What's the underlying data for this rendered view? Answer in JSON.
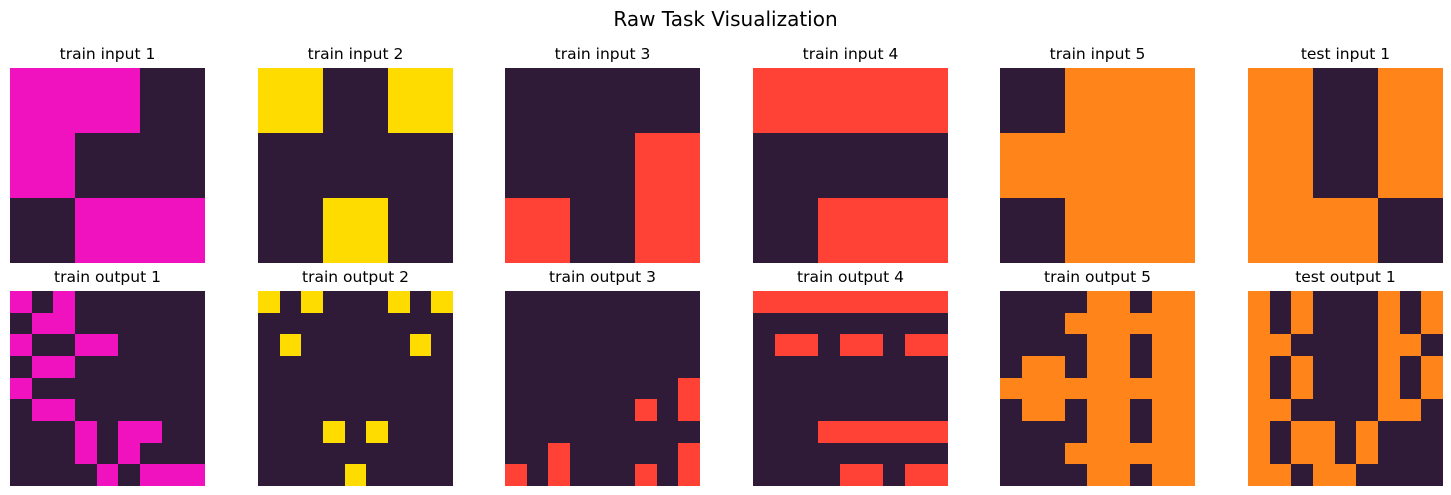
{
  "title": "Raw Task Visualization",
  "palette": {
    "0": "#2f1a37",
    "2": "#ff4136",
    "4": "#ffdc00",
    "6": "#f012be",
    "7": "#ff851b"
  },
  "panels": [
    {
      "label": "train input 1",
      "grid": [
        [
          6,
          6,
          0
        ],
        [
          6,
          0,
          0
        ],
        [
          0,
          6,
          6
        ]
      ]
    },
    {
      "label": "train input 2",
      "grid": [
        [
          4,
          0,
          4
        ],
        [
          0,
          0,
          0
        ],
        [
          0,
          4,
          0
        ]
      ]
    },
    {
      "label": "train input 3",
      "grid": [
        [
          0,
          0,
          0
        ],
        [
          0,
          0,
          2
        ],
        [
          2,
          0,
          2
        ]
      ]
    },
    {
      "label": "train input 4",
      "grid": [
        [
          2,
          2,
          2
        ],
        [
          0,
          0,
          0
        ],
        [
          0,
          2,
          2
        ]
      ]
    },
    {
      "label": "train input 5",
      "grid": [
        [
          0,
          7,
          7
        ],
        [
          7,
          7,
          7
        ],
        [
          0,
          7,
          7
        ]
      ]
    },
    {
      "label": "test input 1",
      "grid": [
        [
          7,
          0,
          7
        ],
        [
          7,
          0,
          7
        ],
        [
          7,
          7,
          0
        ]
      ]
    },
    {
      "label": "train output 1",
      "grid": [
        [
          6,
          0,
          6,
          0,
          0,
          0,
          0,
          0,
          0
        ],
        [
          0,
          6,
          6,
          0,
          0,
          0,
          0,
          0,
          0
        ],
        [
          6,
          0,
          0,
          6,
          6,
          0,
          0,
          0,
          0
        ],
        [
          0,
          6,
          6,
          0,
          0,
          0,
          0,
          0,
          0
        ],
        [
          6,
          0,
          0,
          0,
          0,
          0,
          0,
          0,
          0
        ],
        [
          0,
          6,
          6,
          0,
          0,
          0,
          0,
          0,
          0
        ],
        [
          0,
          0,
          0,
          6,
          0,
          6,
          6,
          0,
          0
        ],
        [
          0,
          0,
          0,
          6,
          0,
          6,
          0,
          0,
          0
        ],
        [
          0,
          0,
          0,
          0,
          6,
          0,
          6,
          6,
          6
        ]
      ]
    },
    {
      "label": "train output 2",
      "grid": [
        [
          4,
          0,
          4,
          0,
          0,
          0,
          4,
          0,
          4
        ],
        [
          0,
          0,
          0,
          0,
          0,
          0,
          0,
          0,
          0
        ],
        [
          0,
          4,
          0,
          0,
          0,
          0,
          0,
          4,
          0
        ],
        [
          0,
          0,
          0,
          0,
          0,
          0,
          0,
          0,
          0
        ],
        [
          0,
          0,
          0,
          0,
          0,
          0,
          0,
          0,
          0
        ],
        [
          0,
          0,
          0,
          0,
          0,
          0,
          0,
          0,
          0
        ],
        [
          0,
          0,
          0,
          4,
          0,
          4,
          0,
          0,
          0
        ],
        [
          0,
          0,
          0,
          0,
          0,
          0,
          0,
          0,
          0
        ],
        [
          0,
          0,
          0,
          0,
          4,
          0,
          0,
          0,
          0
        ]
      ]
    },
    {
      "label": "train output 3",
      "grid": [
        [
          0,
          0,
          0,
          0,
          0,
          0,
          0,
          0,
          0
        ],
        [
          0,
          0,
          0,
          0,
          0,
          0,
          0,
          0,
          0
        ],
        [
          0,
          0,
          0,
          0,
          0,
          0,
          0,
          0,
          0
        ],
        [
          0,
          0,
          0,
          0,
          0,
          0,
          0,
          0,
          0
        ],
        [
          0,
          0,
          0,
          0,
          0,
          0,
          0,
          0,
          2
        ],
        [
          0,
          0,
          0,
          0,
          0,
          0,
          2,
          0,
          2
        ],
        [
          0,
          0,
          0,
          0,
          0,
          0,
          0,
          0,
          0
        ],
        [
          0,
          0,
          2,
          0,
          0,
          0,
          0,
          0,
          2
        ],
        [
          2,
          0,
          2,
          0,
          0,
          0,
          2,
          0,
          2
        ]
      ]
    },
    {
      "label": "train output 4",
      "grid": [
        [
          2,
          2,
          2,
          2,
          2,
          2,
          2,
          2,
          2
        ],
        [
          0,
          0,
          0,
          0,
          0,
          0,
          0,
          0,
          0
        ],
        [
          0,
          2,
          2,
          0,
          2,
          2,
          0,
          2,
          2
        ],
        [
          0,
          0,
          0,
          0,
          0,
          0,
          0,
          0,
          0
        ],
        [
          0,
          0,
          0,
          0,
          0,
          0,
          0,
          0,
          0
        ],
        [
          0,
          0,
          0,
          0,
          0,
          0,
          0,
          0,
          0
        ],
        [
          0,
          0,
          0,
          2,
          2,
          2,
          2,
          2,
          2
        ],
        [
          0,
          0,
          0,
          0,
          0,
          0,
          0,
          0,
          0
        ],
        [
          0,
          0,
          0,
          0,
          2,
          2,
          0,
          2,
          2
        ]
      ]
    },
    {
      "label": "train output 5",
      "grid": [
        [
          0,
          0,
          0,
          0,
          7,
          7,
          0,
          7,
          7
        ],
        [
          0,
          0,
          0,
          7,
          7,
          7,
          7,
          7,
          7
        ],
        [
          0,
          0,
          0,
          0,
          7,
          7,
          0,
          7,
          7
        ],
        [
          0,
          7,
          7,
          0,
          7,
          7,
          0,
          7,
          7
        ],
        [
          7,
          7,
          7,
          7,
          7,
          7,
          7,
          7,
          7
        ],
        [
          0,
          7,
          7,
          0,
          7,
          7,
          0,
          7,
          7
        ],
        [
          0,
          0,
          0,
          0,
          7,
          7,
          0,
          7,
          7
        ],
        [
          0,
          0,
          0,
          7,
          7,
          7,
          7,
          7,
          7
        ],
        [
          0,
          0,
          0,
          0,
          7,
          7,
          0,
          7,
          7
        ]
      ]
    },
    {
      "label": "test output 1",
      "grid": [
        [
          7,
          0,
          7,
          0,
          0,
          0,
          7,
          0,
          7
        ],
        [
          7,
          0,
          7,
          0,
          0,
          0,
          7,
          0,
          7
        ],
        [
          7,
          7,
          0,
          0,
          0,
          0,
          7,
          7,
          0
        ],
        [
          7,
          0,
          7,
          0,
          0,
          0,
          7,
          0,
          7
        ],
        [
          7,
          0,
          7,
          0,
          0,
          0,
          7,
          0,
          7
        ],
        [
          7,
          7,
          0,
          0,
          0,
          0,
          7,
          7,
          0
        ],
        [
          7,
          0,
          7,
          7,
          0,
          7,
          0,
          0,
          0
        ],
        [
          7,
          0,
          7,
          7,
          0,
          7,
          0,
          0,
          0
        ],
        [
          7,
          7,
          0,
          7,
          7,
          0,
          0,
          0,
          0
        ]
      ]
    }
  ]
}
